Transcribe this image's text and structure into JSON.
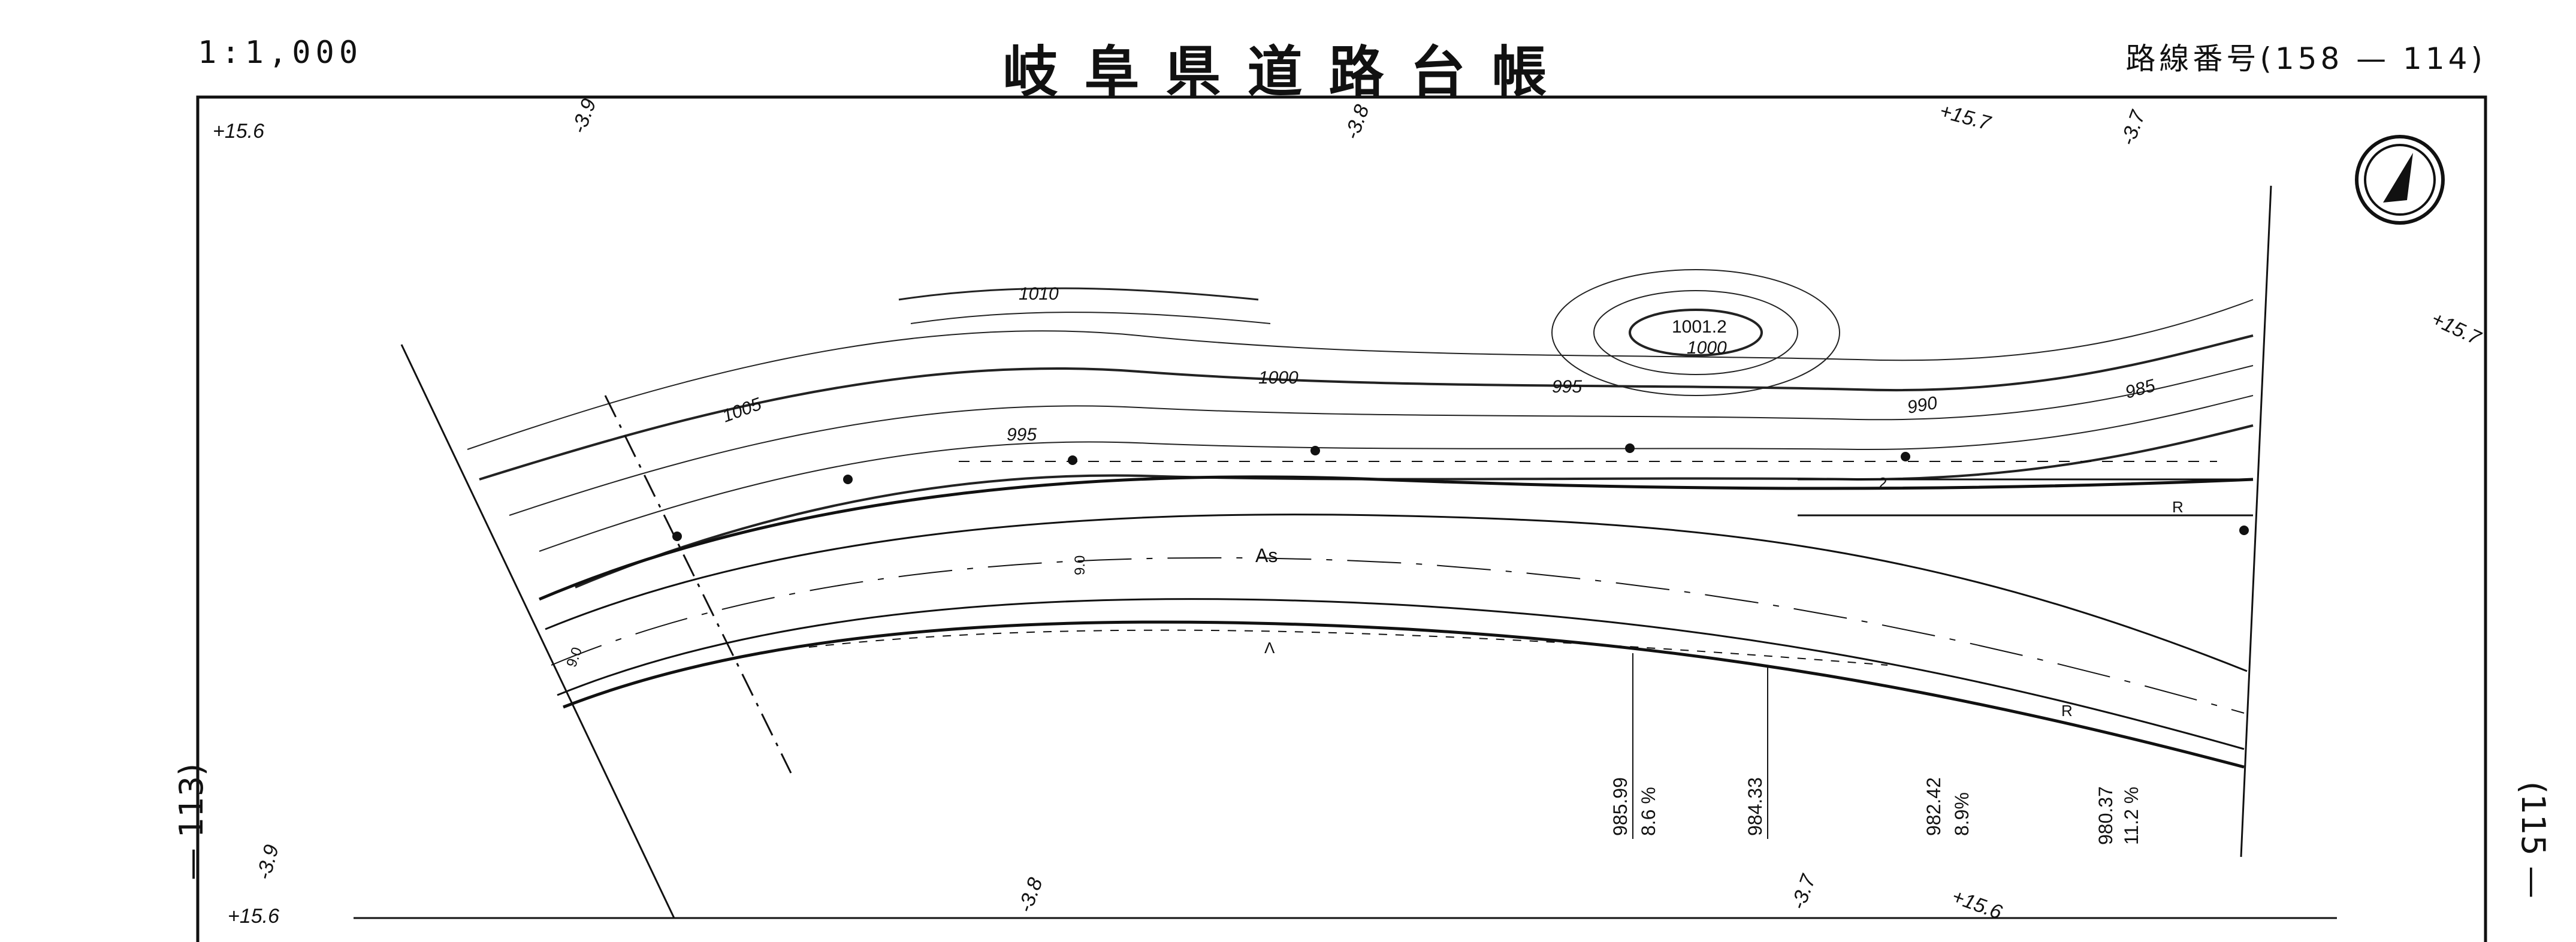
{
  "header": {
    "scale": "1:1,000",
    "title": "岐阜県道路台帳",
    "route_number": "路線番号(158 — 114)"
  },
  "side_labels": {
    "left": "— 113)",
    "right": "(115 —"
  },
  "frame_edge_labels": {
    "top": [
      "+15.6",
      "-3.9",
      "-3.8",
      "+15.7",
      "-3.7"
    ],
    "right": "+15.7",
    "bottom": [
      "+15.6",
      "-3.9",
      "-3.8",
      "-3.7",
      "+15.6"
    ]
  },
  "contours": [
    "1010",
    "1005",
    "1000",
    "995",
    "995",
    "990",
    "985",
    "1001.2",
    "1000"
  ],
  "road": {
    "surface": "As",
    "width_labels": [
      "9.0",
      "9.0"
    ],
    "side_road_width": "2",
    "symbols": [
      "R",
      "R",
      "Λ"
    ]
  },
  "elevations": [
    {
      "elevation": "985.99",
      "grade": "8.6 %"
    },
    {
      "elevation": "984.33",
      "grade": ""
    },
    {
      "elevation": "982.42",
      "grade": "8.9%"
    },
    {
      "elevation": "980.37",
      "grade": "11.2 %"
    }
  ],
  "north_arrow": "north-arrow"
}
